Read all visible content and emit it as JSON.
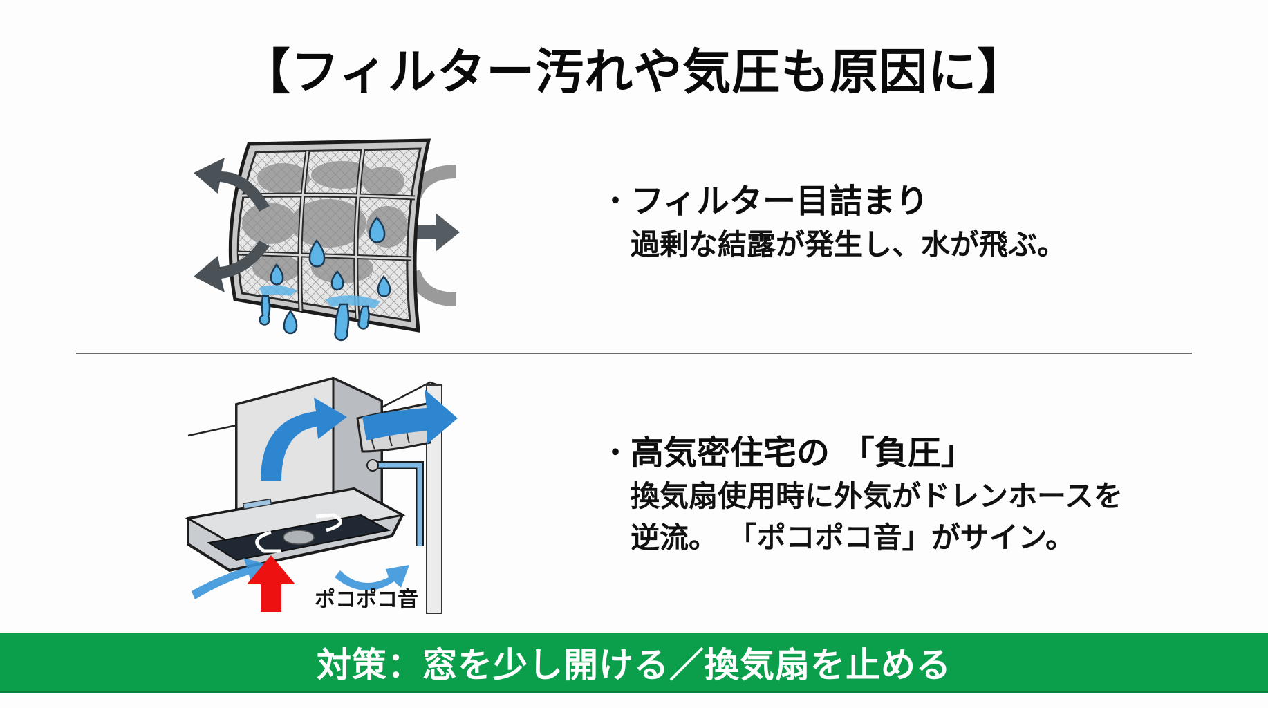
{
  "title": "【フィルター汚れや気圧も原因に】",
  "sections": [
    {
      "illustration": "clogged-filter-condensation",
      "heading": "フィルター目詰まり",
      "body_lines": [
        "過剰な結露が発生し、水が飛ぶ。"
      ]
    },
    {
      "illustration": "range-hood-negative-pressure",
      "illustration_label": "ポコポコ音",
      "heading": "高気密住宅の 「負圧」",
      "body_lines": [
        "換気扇使用時に外気がドレンホースを",
        "逆流。 「ポコポコ音」がサイン。"
      ]
    }
  ],
  "bullet_glyph": "・",
  "banner": {
    "text": "対策：窓を少し開ける／換気扇を止める",
    "color": "#0b9e4b"
  },
  "colors": {
    "water_blue": "#4aa8e0",
    "arrow_blue": "#2f86d0",
    "arrow_dark": "#4a5258",
    "alert_red": "#ee1111",
    "divider": "#6a6a6a"
  }
}
